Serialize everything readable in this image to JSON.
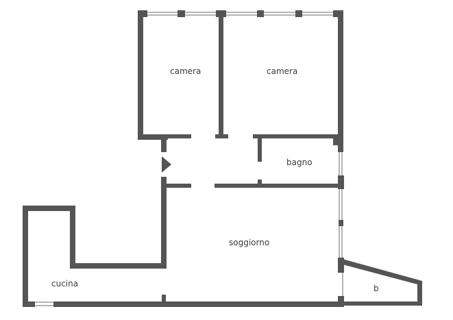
{
  "rooms": {
    "camera_left": "camera",
    "camera_right": "camera",
    "bagno": "bagno",
    "soggiorno": "soggiorno",
    "cucina": "cucina",
    "balcony": "b"
  },
  "colors": {
    "wall": "#555555",
    "window_line": "#6a6a6a",
    "label": "#3a3a3a",
    "background": "#ffffff"
  },
  "icons": {
    "entrance": "entrance-arrow-icon"
  }
}
